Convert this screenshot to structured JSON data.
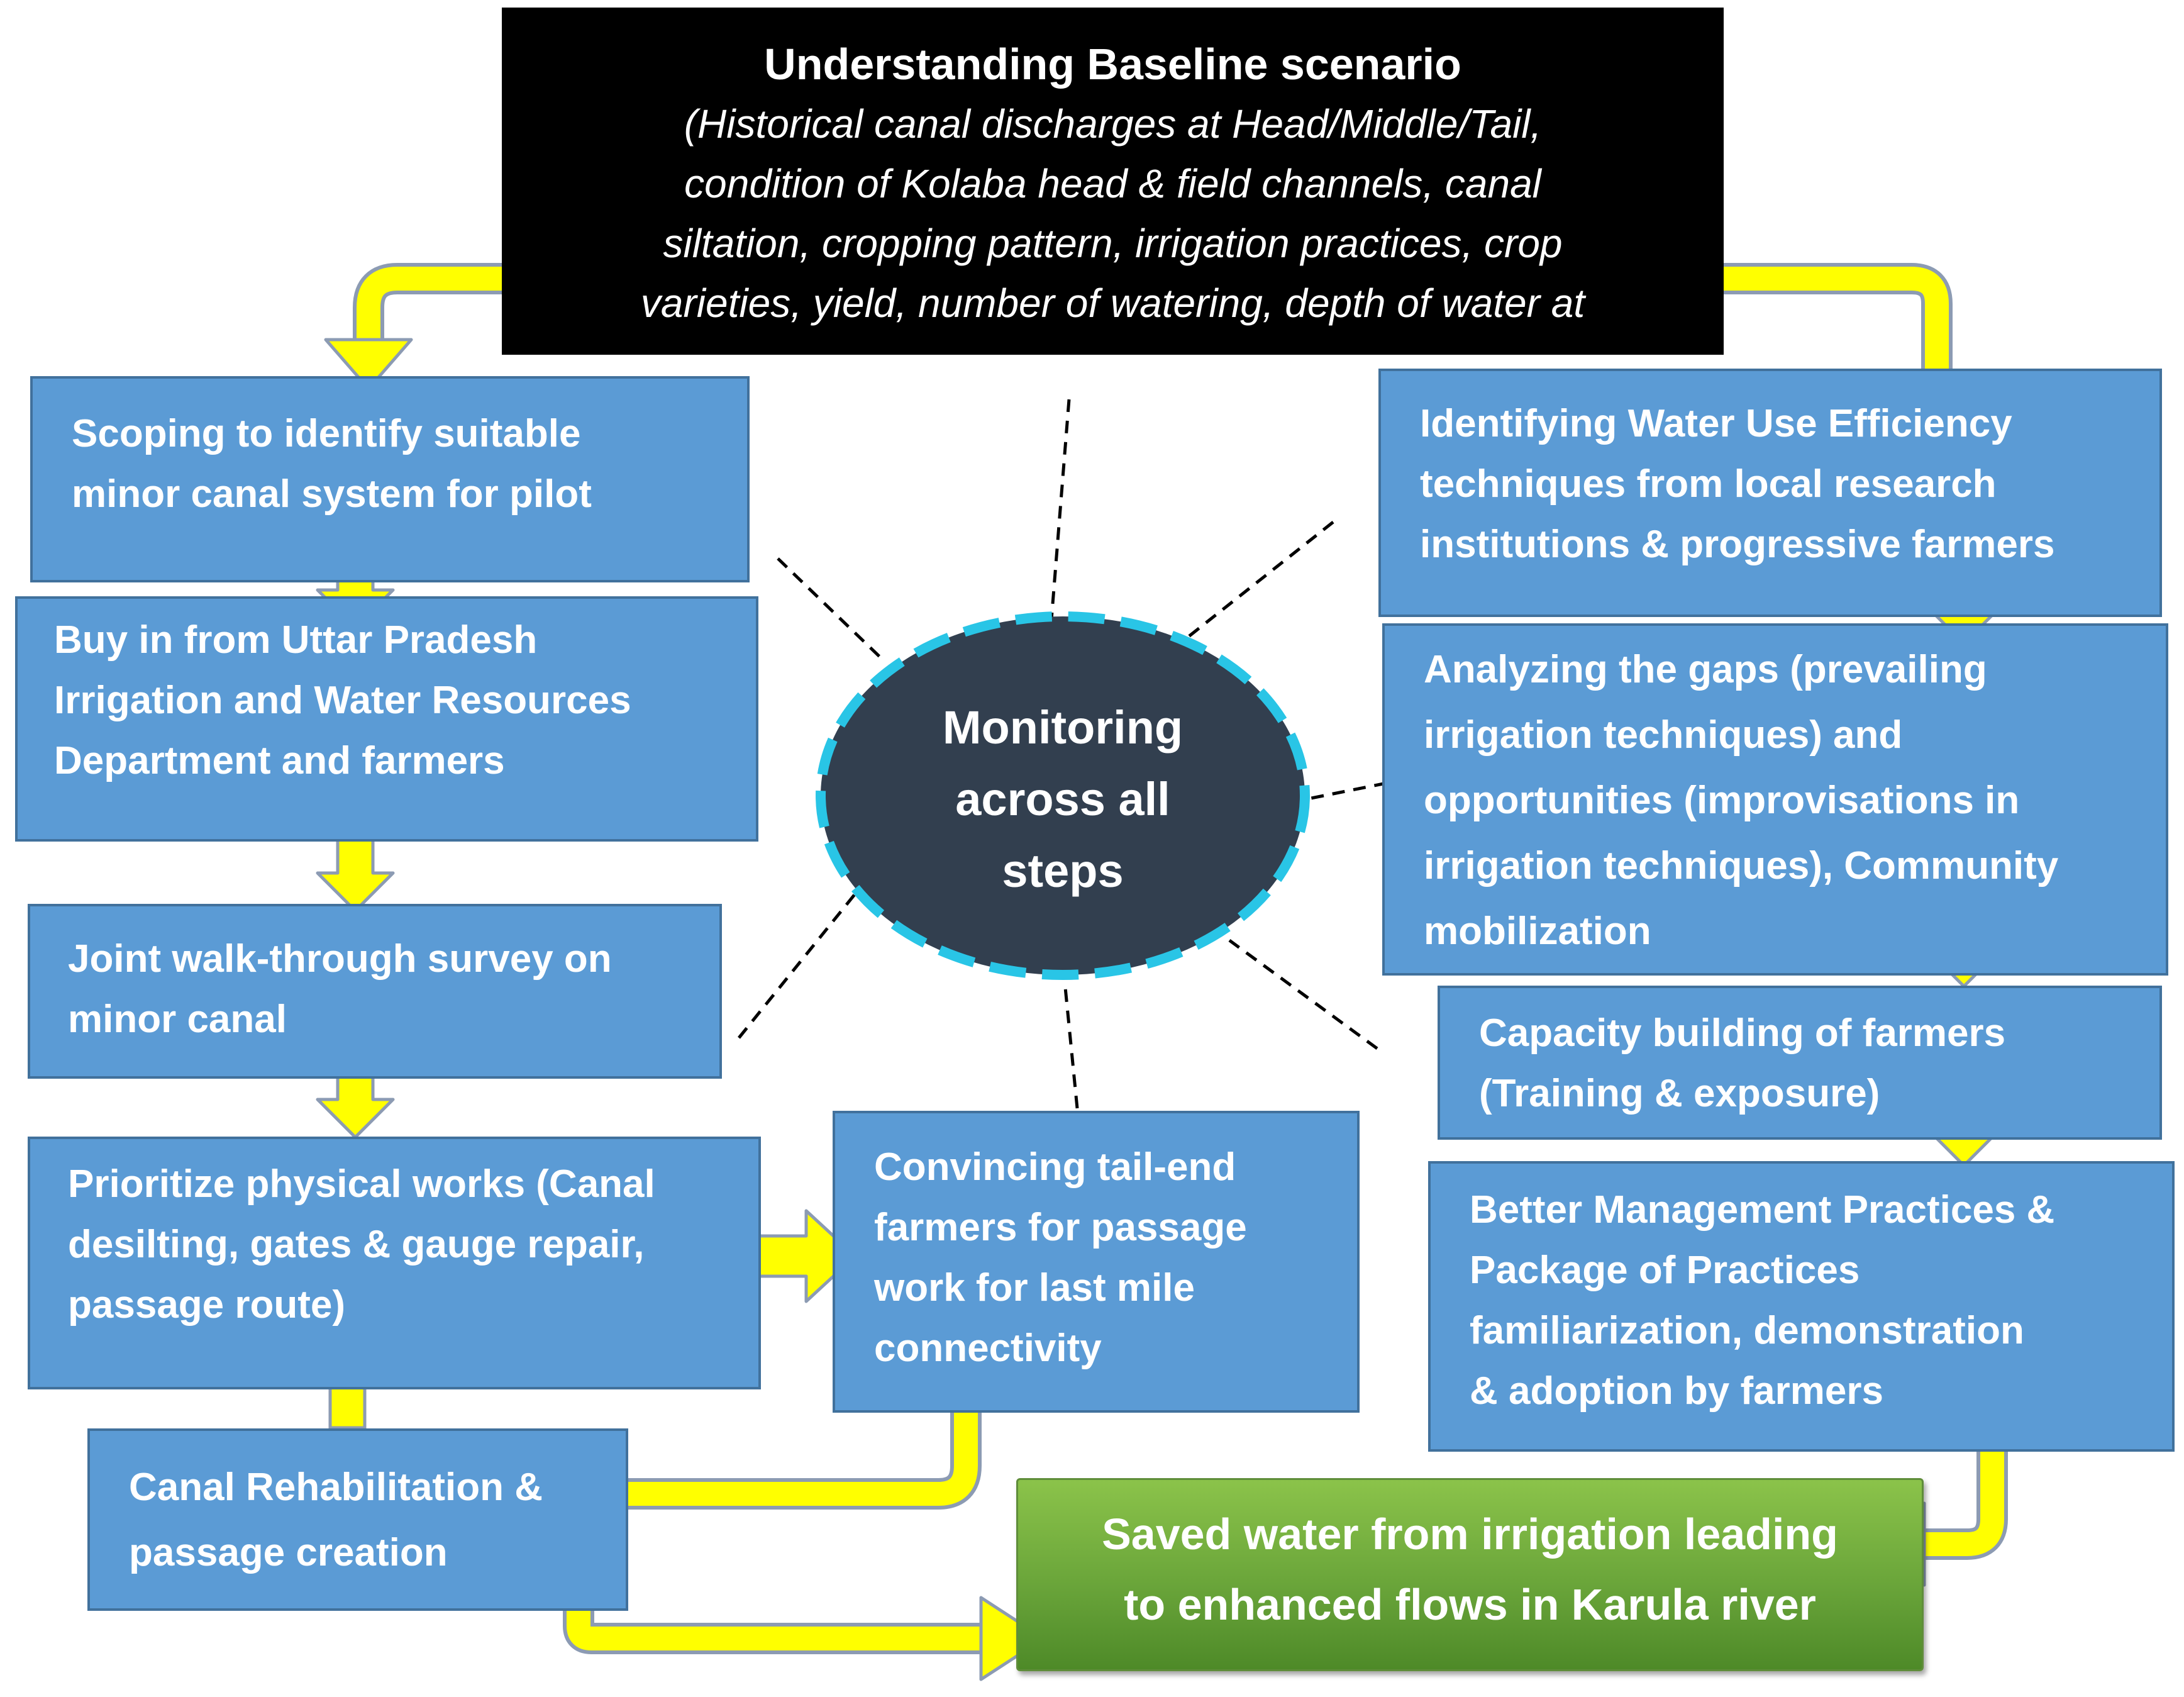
{
  "baseline": {
    "title": "Understanding Baseline scenario",
    "detail": "(Historical canal discharges at Head/Middle/Tail,\ncondition of Kolaba head & field channels, canal\nsiltation, cropping pattern, irrigation practices, crop\nvarieties, yield, number of watering, depth of water at"
  },
  "left_steps": {
    "scoping": "Scoping to identify suitable\nminor canal system for pilot",
    "buy_in": "Buy in from Uttar Pradesh\nIrrigation and Water Resources\nDepartment and farmers",
    "walk_through": "Joint walk-through survey on\nminor canal",
    "prioritize": "Prioritize physical works (Canal\ndesilting, gates & gauge repair,\npassage route)",
    "rehabilitation": "Canal Rehabilitation &\npassage creation"
  },
  "center": {
    "monitoring": "Monitoring\nacross all\nsteps",
    "convincing": "Convincing tail-end\nfarmers for passage\nwork for last mile\nconnectivity"
  },
  "right_steps": {
    "identifying": "Identifying Water Use Efficiency\ntechniques from local research\ninstitutions & progressive farmers",
    "analyzing": "Analyzing the gaps (prevailing\nirrigation techniques) and\nopportunities (improvisations in\nirrigation techniques), Community\nmobilization",
    "capacity": "Capacity building of farmers\n(Training & exposure)",
    "practices": "Better Management Practices &\nPackage of Practices\nfamiliarization, demonstration\n& adoption by farmers"
  },
  "result": {
    "text": "Saved water from irrigation leading\nto enhanced flows in Karula river"
  },
  "colors": {
    "box_fill": "#5b9bd5",
    "box_border": "#41719c",
    "arrow_fill": "#ffff00",
    "arrow_outline": "#8c9bb3",
    "monitor_fill": "#323f4f",
    "monitor_dash": "#29c5e6",
    "result_fill": "#6aa53a",
    "baseline_fill": "#000000"
  }
}
